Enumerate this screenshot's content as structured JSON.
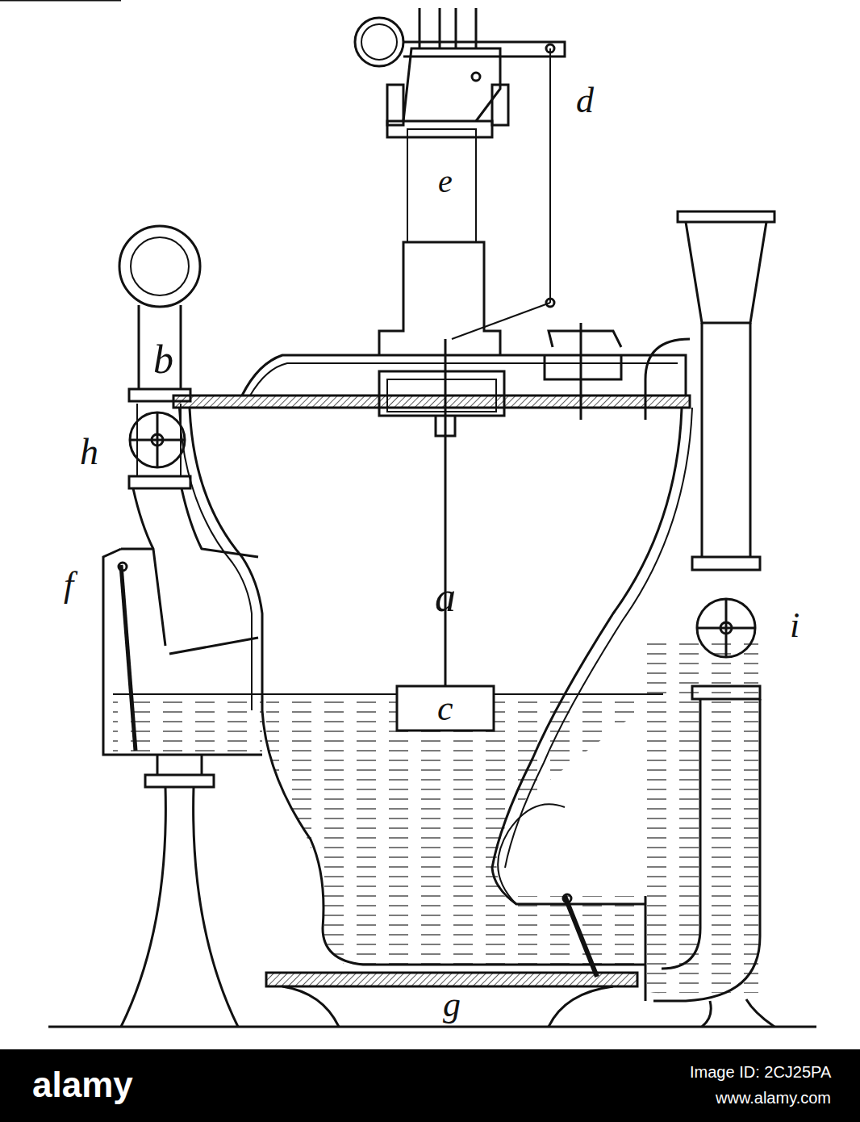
{
  "diagram": {
    "labels": [
      "a",
      "b",
      "c",
      "d",
      "e",
      "f",
      "g",
      "h",
      "i",
      "alamy",
      "Image ID: 2CJ25PA",
      "www.alamy.com"
    ]
  }
}
